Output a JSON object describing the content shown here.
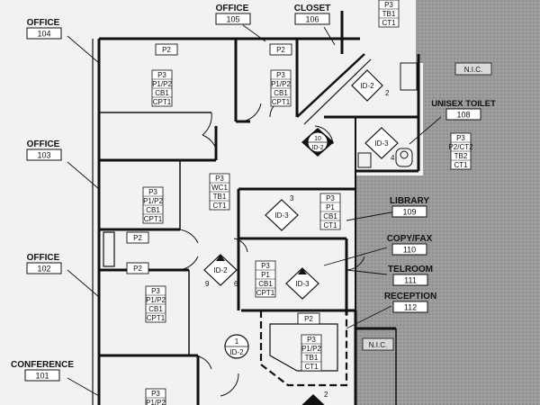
{
  "rooms": {
    "office_104": {
      "name": "OFFICE",
      "number": "104"
    },
    "office_105": {
      "name": "OFFICE",
      "number": "105"
    },
    "closet_106": {
      "name": "CLOSET",
      "number": "106"
    },
    "office_103": {
      "name": "OFFICE",
      "number": "103"
    },
    "office_102": {
      "name": "OFFICE",
      "number": "102"
    },
    "conference_101": {
      "name": "CONFERENCE",
      "number": "101"
    },
    "toilet_108": {
      "name": "UNISEX TOILET",
      "number": "108"
    },
    "library_109": {
      "name": "LIBRARY",
      "number": "109"
    },
    "copyfax_110": {
      "name": "COPY/FAX",
      "number": "110"
    },
    "telroom_111": {
      "name": "TELROOM",
      "number": "111"
    },
    "reception_112": {
      "name": "RECEPTION",
      "number": "112"
    }
  },
  "device_tags": {
    "r104": [
      "P3",
      "P1/P2",
      "CB1",
      "CPT1"
    ],
    "r105": [
      "P3",
      "P1/P2",
      "CB1",
      "CPT1"
    ],
    "r106": [
      "P3",
      "TB1",
      "CT1"
    ],
    "r103": [
      "P3",
      "P1/P2",
      "CB1",
      "CPT1"
    ],
    "r102": [
      "P3",
      "P1/P2",
      "CB1",
      "CPT1"
    ],
    "r101": [
      "P3",
      "P1/P2"
    ],
    "corridor": [
      "P3",
      "WC1",
      "TB1",
      "CT1"
    ],
    "r109": [
      "P3",
      "P1",
      "CB1",
      "CT1"
    ],
    "r110": [
      "P3",
      "P1",
      "CB1",
      "CPT1"
    ],
    "r112": [
      "P3",
      "P1/P2",
      "TB1",
      "CT1"
    ],
    "r108": [
      "P3",
      "P2/CT2",
      "TB2",
      "CT1"
    ]
  },
  "p2_tag": "P2",
  "id_markers": {
    "upper_right": {
      "label": "ID-2",
      "num": "2"
    },
    "circle_10": {
      "top": "10",
      "bottom": "ID-2"
    },
    "toilet": {
      "label": "ID-3",
      "num": "4"
    },
    "library": {
      "label": "ID-3",
      "num": "3"
    },
    "corridor": {
      "label": "ID-2",
      "left": "9",
      "right": "6"
    },
    "copyfax": {
      "label": "ID-3"
    },
    "circle_1": {
      "top": "1",
      "bottom": "ID-2"
    },
    "bottom_num": "2"
  },
  "nic": [
    "N.I.C.",
    "N.I.C."
  ]
}
